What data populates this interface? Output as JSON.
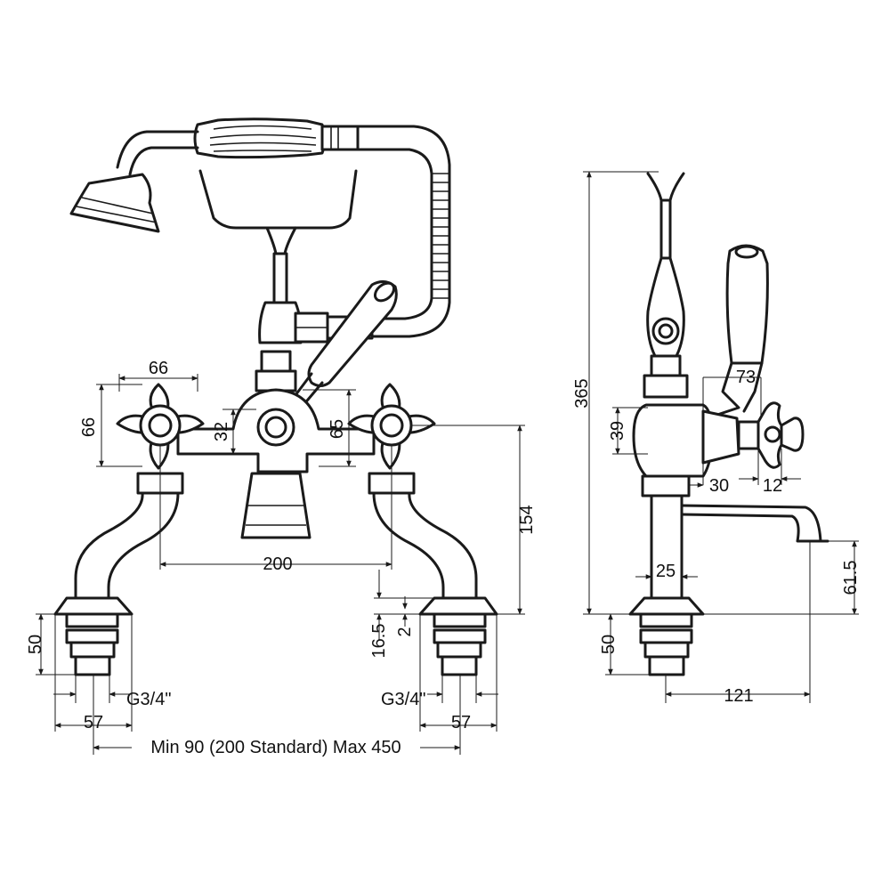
{
  "colors": {
    "line": "#1a1a1a",
    "background": "#ffffff"
  },
  "front_view": {
    "dims": {
      "handle_span": "66",
      "handle_height": "66",
      "body_offset": "32",
      "body_height": "65",
      "centres": "200",
      "overall_height": "154",
      "flange_height": "16.5",
      "gap": "2",
      "tail_length_left": "50",
      "thread_left": "G3/4\"",
      "thread_right": "G3/4\"",
      "flange_dia_left": "57",
      "flange_dia_right": "57",
      "centres_range": "Min 90 (200 Standard) Max 450"
    }
  },
  "side_view": {
    "dims": {
      "total_height": "365",
      "lever_reach": "73",
      "body_dia": "39",
      "collar_offset": "30",
      "handle_projection": "12",
      "spout_pillar": "25",
      "spout_drop": "61.5",
      "tail_length": "50",
      "spout_projection": "121"
    }
  }
}
